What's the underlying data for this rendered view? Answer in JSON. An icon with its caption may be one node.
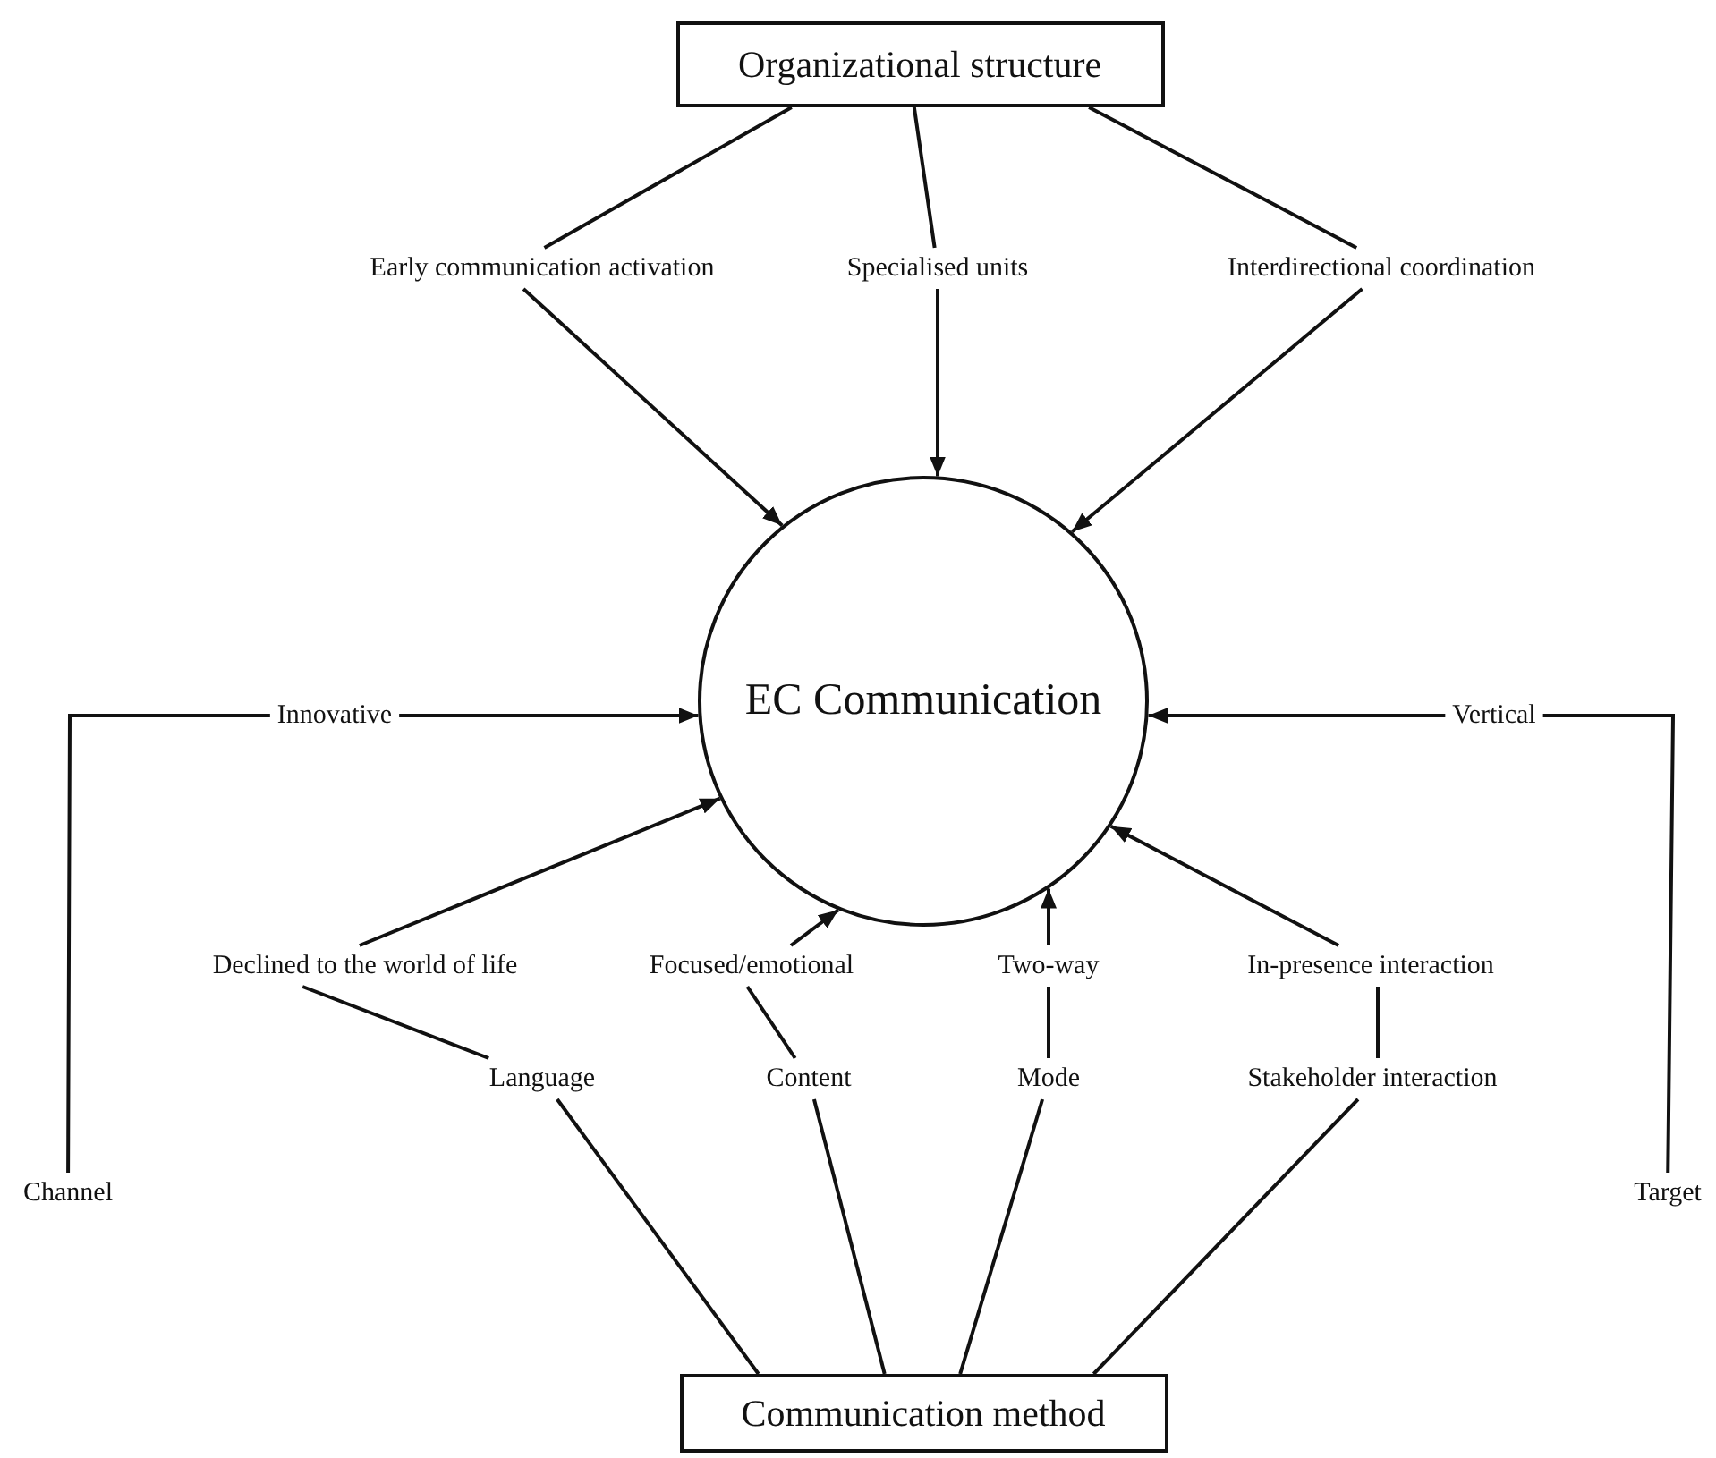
{
  "diagram": {
    "nodes": [
      {
        "text": [
          "Organizational structure"
        ]
      },
      {
        "text": [
          "Early communication activation"
        ]
      },
      {
        "text": [
          "Specialised units"
        ]
      },
      {
        "text": [
          "Interdirectional coordination"
        ]
      },
      {
        "text": [
          "EC Communication"
        ]
      },
      {
        "text": [
          "Innovative"
        ]
      },
      {
        "text": [
          "Vertical"
        ]
      },
      {
        "text": [
          "Declined to the world of life"
        ]
      },
      {
        "text": [
          "Focused/emotional"
        ]
      },
      {
        "text": [
          "Two-way"
        ]
      },
      {
        "text": [
          "In-presence interaction"
        ]
      },
      {
        "text": [
          "Language"
        ]
      },
      {
        "text": [
          "Content"
        ]
      },
      {
        "text": [
          "Mode"
        ]
      },
      {
        "text": [
          "Stakeholder interaction"
        ]
      },
      {
        "text": [
          "Channel"
        ]
      },
      {
        "text": [
          "Target"
        ]
      },
      {
        "text": [
          "Communication method"
        ]
      }
    ],
    "edges": [
      {
        "from": 0,
        "to": 1,
        "arrow": "none"
      },
      {
        "from": 0,
        "to": 2,
        "arrow": "none"
      },
      {
        "from": 0,
        "to": 3,
        "arrow": "none"
      },
      {
        "from": 1,
        "to": 4,
        "arrow": "to"
      },
      {
        "from": 2,
        "to": 4,
        "arrow": "to"
      },
      {
        "from": 3,
        "to": 4,
        "arrow": "to"
      },
      {
        "from": 15,
        "to": 5,
        "arrow": "none"
      },
      {
        "from": 5,
        "to": 4,
        "arrow": "to"
      },
      {
        "from": 16,
        "to": 6,
        "arrow": "none"
      },
      {
        "from": 6,
        "to": 4,
        "arrow": "to"
      },
      {
        "from": 17,
        "to": 11,
        "arrow": "none"
      },
      {
        "from": 11,
        "to": 7,
        "arrow": "none"
      },
      {
        "from": 7,
        "to": 4,
        "arrow": "to"
      },
      {
        "from": 17,
        "to": 12,
        "arrow": "none"
      },
      {
        "from": 12,
        "to": 8,
        "arrow": "none"
      },
      {
        "from": 8,
        "to": 4,
        "arrow": "to"
      },
      {
        "from": 17,
        "to": 13,
        "arrow": "none"
      },
      {
        "from": 13,
        "to": 9,
        "arrow": "none"
      },
      {
        "from": 9,
        "to": 4,
        "arrow": "to"
      },
      {
        "from": 17,
        "to": 14,
        "arrow": "none"
      },
      {
        "from": 14,
        "to": 10,
        "arrow": "none"
      },
      {
        "from": 10,
        "to": 4,
        "arrow": "to"
      }
    ]
  }
}
